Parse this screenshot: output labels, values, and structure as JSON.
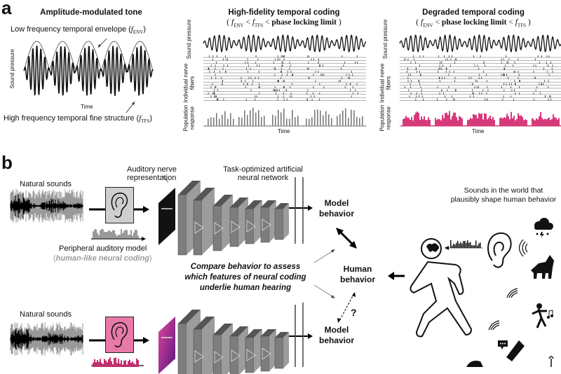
{
  "panel_a": {
    "letter": "a",
    "am_tone": {
      "title": "Amplitude-modulated tone",
      "envelope_label": "Low frequency temporal envelope (",
      "envelope_symbol": "f",
      "envelope_sub": "ENV",
      "fine_label": "High frequency temporal fine structure (",
      "fine_symbol": "f",
      "fine_sub": "TFS",
      "close_paren": ")",
      "ylabel": "Sound pressure",
      "xlabel": "Time",
      "cycles": 5
    },
    "high_fidelity": {
      "title": "High-fidelity temporal coding",
      "condition": [
        "f_ENV",
        "<",
        "f_TFS",
        "<",
        "phase locking limit"
      ],
      "condition_text": "( fENV < fTFS < phase locking limit )",
      "rows": [
        "Sound pressure",
        "Individual nerve fibers",
        "Population response"
      ],
      "xlabel": "Time",
      "population_color": "#7a7a7a"
    },
    "degraded": {
      "title": "Degraded temporal coding",
      "condition": [
        "f_ENV",
        "<",
        "phase locking limit",
        "<",
        "f_TFS"
      ],
      "condition_text": "( fENV < phase locking limit < fTFS )",
      "rows": [
        "Sound pressure",
        "Individual nerve fibers",
        "Population response"
      ],
      "xlabel": "Time",
      "population_color": "#d63a7a"
    }
  },
  "panel_b": {
    "letter": "b",
    "natural_sounds_label": "Natural sounds",
    "auditory_nerve_label": [
      "Auditory nerve",
      "representation"
    ],
    "network_label": [
      "Task-optimized artificial",
      "neural network"
    ],
    "peripheral_label": "Peripheral auditory model",
    "peripheral_sub_open": "(",
    "peripheral_sub": "human-like neural coding",
    "peripheral_sub_close": ")",
    "model_behavior_top": [
      "Model",
      "behavior"
    ],
    "model_behavior_bottom": [
      "Model",
      "behavior"
    ],
    "human_behavior": [
      "Human",
      "behavior"
    ],
    "compare_text": [
      "Compare behavior to assess",
      "which features of neural coding",
      "underlie human hearing"
    ],
    "question_mark": "?",
    "world_label": [
      "Sounds in the world that",
      "plausibly shape human behavior"
    ],
    "colors": {
      "human_like": "#cfcfcf",
      "altered": "#e87aa8",
      "altered_dark": "#c0306e",
      "network_grey": "#8a8a8a"
    },
    "world_icons": [
      "brain-icon",
      "ear-icon",
      "storm-cloud-icon",
      "sound-wave-icon",
      "wolf-icon",
      "dancing-person-icon",
      "phone-icon",
      "chat-bubble-icon",
      "walking-person-icon"
    ]
  }
}
